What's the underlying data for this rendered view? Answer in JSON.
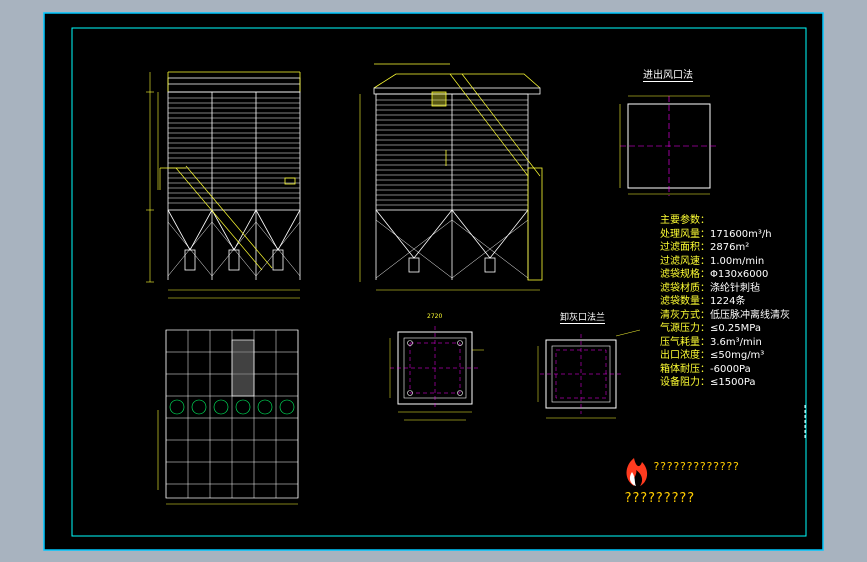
{
  "titles": {
    "inlet_outlet": "进出风口法",
    "ash_outlet": "卸灰口法兰",
    "small_top_label": "2720"
  },
  "specs": [
    {
      "label": "主要参数：",
      "value": ""
    },
    {
      "label": "处理风量：",
      "value": "171600m³/h"
    },
    {
      "label": "过滤面积：",
      "value": "2876m²"
    },
    {
      "label": "过滤风速：",
      "value": "1.00m/min"
    },
    {
      "label": "滤袋规格：",
      "value": "Φ130x6000"
    },
    {
      "label": "滤袋材质：",
      "value": "涤纶针刺毡"
    },
    {
      "label": "滤袋数量：",
      "value": "1224条"
    },
    {
      "label": "清灰方式：",
      "value": "低压脉冲离线清灰"
    },
    {
      "label": "气源压力：",
      "value": "≤0.25MPa"
    },
    {
      "label": "压气耗量：",
      "value": "3.6m³/min"
    },
    {
      "label": "出口浓度：",
      "value": "≤50mg/m³"
    },
    {
      "label": "箱体耐压：",
      "value": "-6000Pa"
    },
    {
      "label": "设备阻力：",
      "value": "≤1500Pa"
    }
  ],
  "logo": {
    "line1": "?????????????",
    "line2": "?????????"
  },
  "colors": {
    "background": "#a8b3bf",
    "sheet": "#000000",
    "frame": "#00ffff",
    "drawing": "#ffffff",
    "dimension": "#ffff33",
    "centerline": "#ff00ff"
  }
}
